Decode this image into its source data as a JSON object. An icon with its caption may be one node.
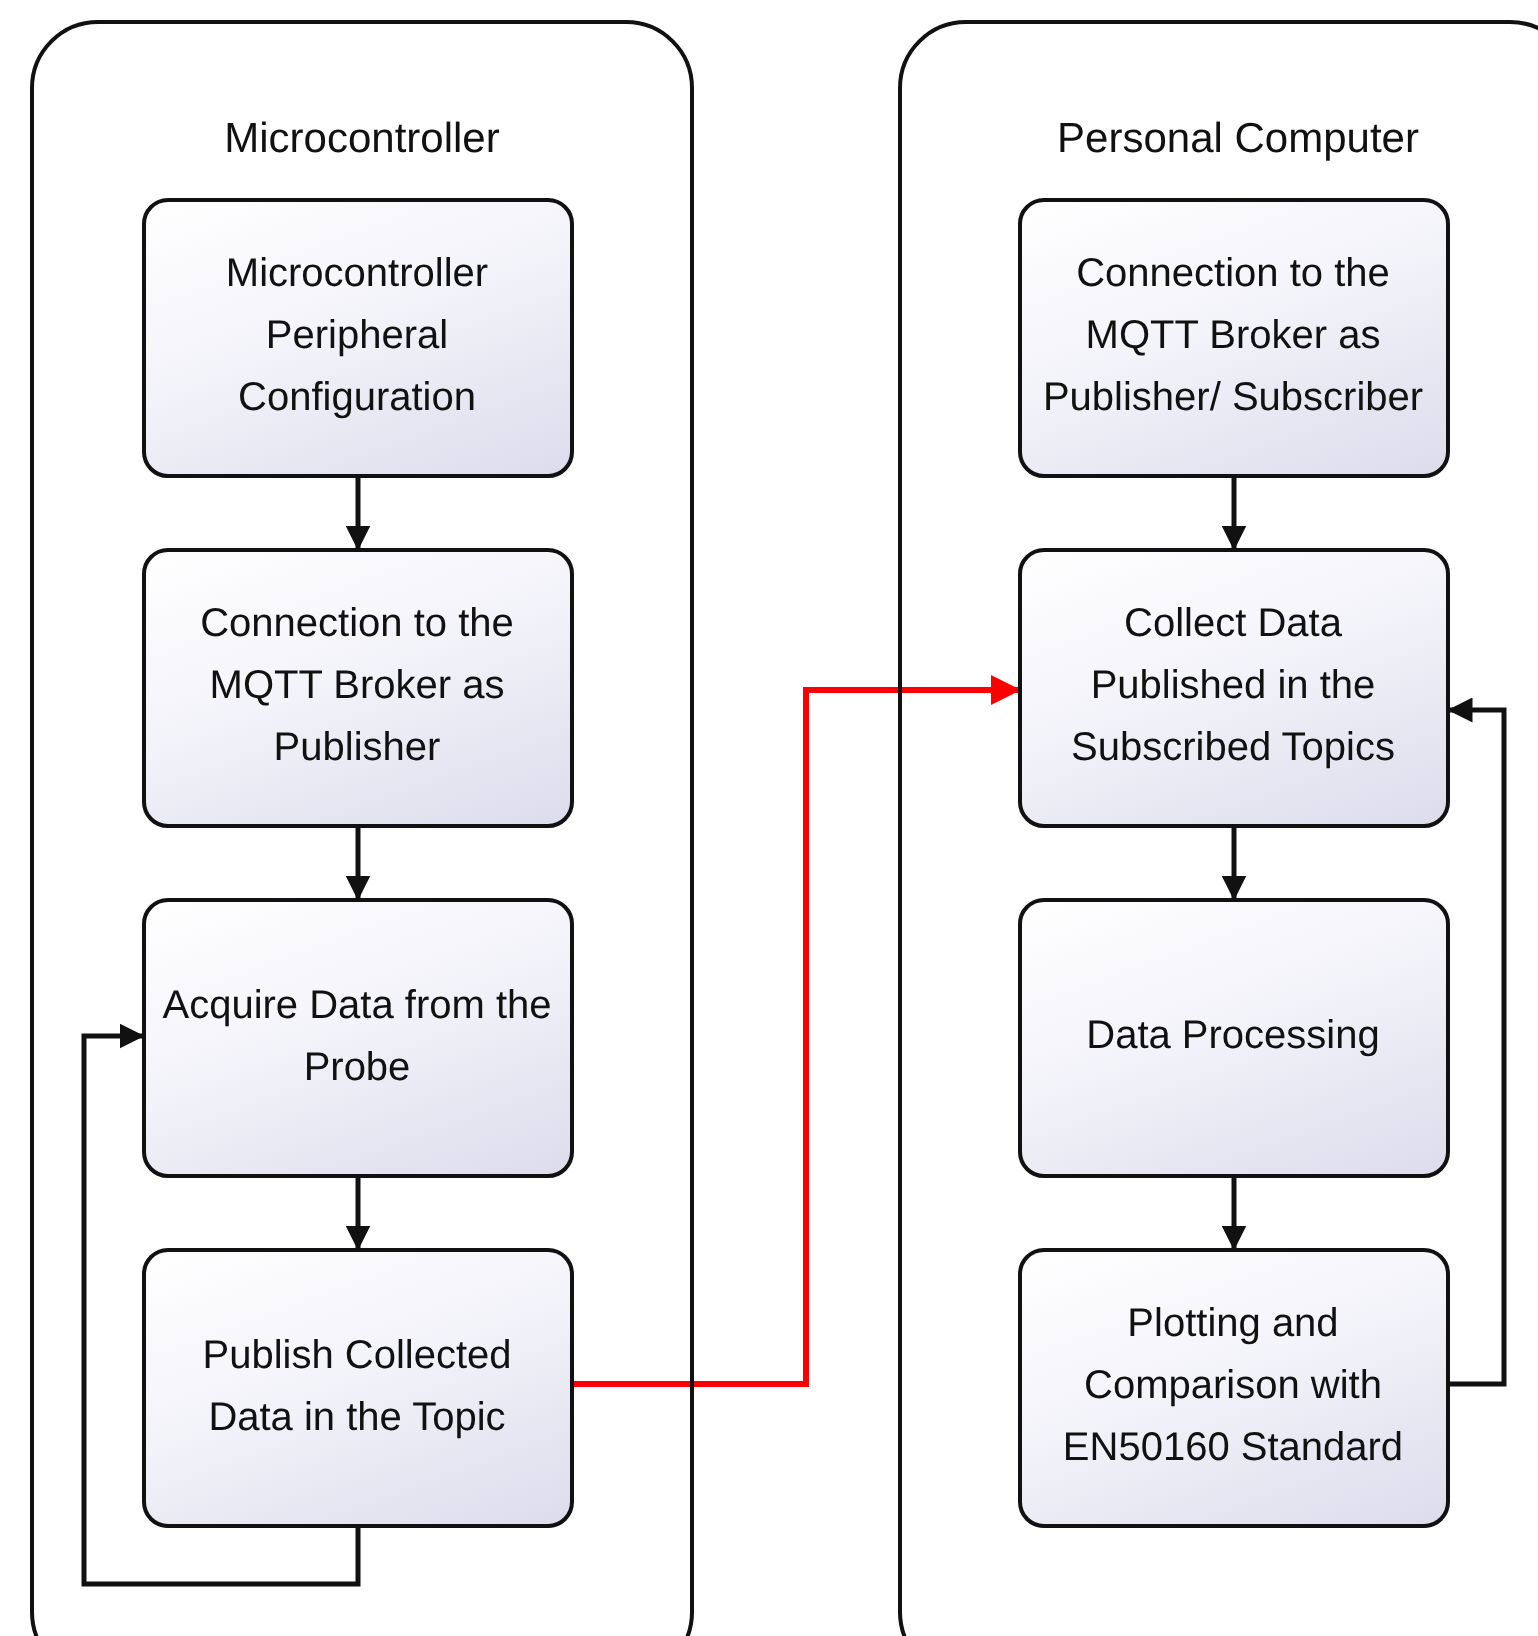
{
  "diagram": {
    "nodes": [
      {
        "text": [
          "Microcontroller"
        ]
      },
      {
        "text": [
          "Microcontroller Peripheral Configuration"
        ],
        "in": 0
      },
      {
        "text": [
          "Connection to the MQTT Broker as Publisher"
        ],
        "in": 0
      },
      {
        "text": [
          "Acquire Data from the Probe"
        ],
        "in": 0
      },
      {
        "text": [
          "Publish Collected Data in the Topic"
        ],
        "in": 0
      },
      {
        "text": [
          "Personal Computer"
        ]
      },
      {
        "text": [
          "Connection to the MQTT Broker as Publisher/ Subscriber"
        ],
        "in": 5
      },
      {
        "text": [
          "Collect Data Published in the Subscribed Topics"
        ],
        "in": 5
      },
      {
        "text": [
          "Data Processing"
        ],
        "in": 5
      },
      {
        "text": [
          "Plotting and Comparison with EN50160 Standard"
        ],
        "in": 5
      }
    ],
    "edges": [
      {
        "from": 1,
        "to": 2,
        "arrow": "to"
      },
      {
        "from": 2,
        "to": 3,
        "arrow": "to"
      },
      {
        "from": 3,
        "to": 4,
        "arrow": "to"
      },
      {
        "from": 4,
        "to": 3,
        "arrow": "to"
      },
      {
        "from": 4,
        "to": 7,
        "arrow": "to",
        "color": "#ff0000"
      },
      {
        "from": 6,
        "to": 7,
        "arrow": "to"
      },
      {
        "from": 7,
        "to": 8,
        "arrow": "to"
      },
      {
        "from": 8,
        "to": 9,
        "arrow": "to"
      },
      {
        "from": 9,
        "to": 7,
        "arrow": "to"
      }
    ]
  }
}
